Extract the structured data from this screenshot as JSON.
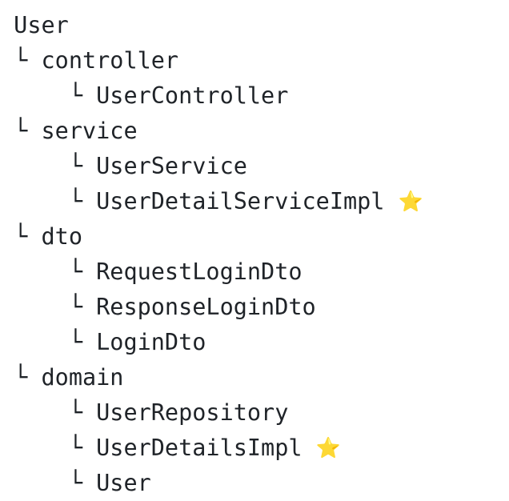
{
  "theme": {
    "background": "#ffffff",
    "text_color": "#1f2328",
    "star_color": "#f5b301"
  },
  "tree": {
    "root_label": "User",
    "branch_glyph": "└",
    "star_glyph": "⭐",
    "indent_unit": "    ",
    "nodes": [
      {
        "depth": 0,
        "indent": "",
        "branch": "",
        "label": "User",
        "star": ""
      },
      {
        "depth": 1,
        "indent": "",
        "branch": "└ ",
        "label": "controller",
        "star": ""
      },
      {
        "depth": 2,
        "indent": "    ",
        "branch": "└ ",
        "label": "UserController",
        "star": ""
      },
      {
        "depth": 1,
        "indent": "",
        "branch": "└ ",
        "label": "service",
        "star": ""
      },
      {
        "depth": 2,
        "indent": "    ",
        "branch": "└ ",
        "label": "UserService",
        "star": ""
      },
      {
        "depth": 2,
        "indent": "    ",
        "branch": "└ ",
        "label": "UserDetailServiceImpl ",
        "star": "⭐"
      },
      {
        "depth": 1,
        "indent": "",
        "branch": "└ ",
        "label": "dto",
        "star": ""
      },
      {
        "depth": 2,
        "indent": "    ",
        "branch": "└ ",
        "label": "RequestLoginDto",
        "star": ""
      },
      {
        "depth": 2,
        "indent": "    ",
        "branch": "└ ",
        "label": "ResponseLoginDto",
        "star": ""
      },
      {
        "depth": 2,
        "indent": "    ",
        "branch": "└ ",
        "label": "LoginDto",
        "star": ""
      },
      {
        "depth": 1,
        "indent": "",
        "branch": "└ ",
        "label": "domain",
        "star": ""
      },
      {
        "depth": 2,
        "indent": "    ",
        "branch": "└ ",
        "label": "UserRepository",
        "star": ""
      },
      {
        "depth": 2,
        "indent": "    ",
        "branch": "└ ",
        "label": "UserDetailsImpl ",
        "star": "⭐"
      },
      {
        "depth": 2,
        "indent": "    ",
        "branch": "└ ",
        "label": "User",
        "star": ""
      }
    ]
  }
}
